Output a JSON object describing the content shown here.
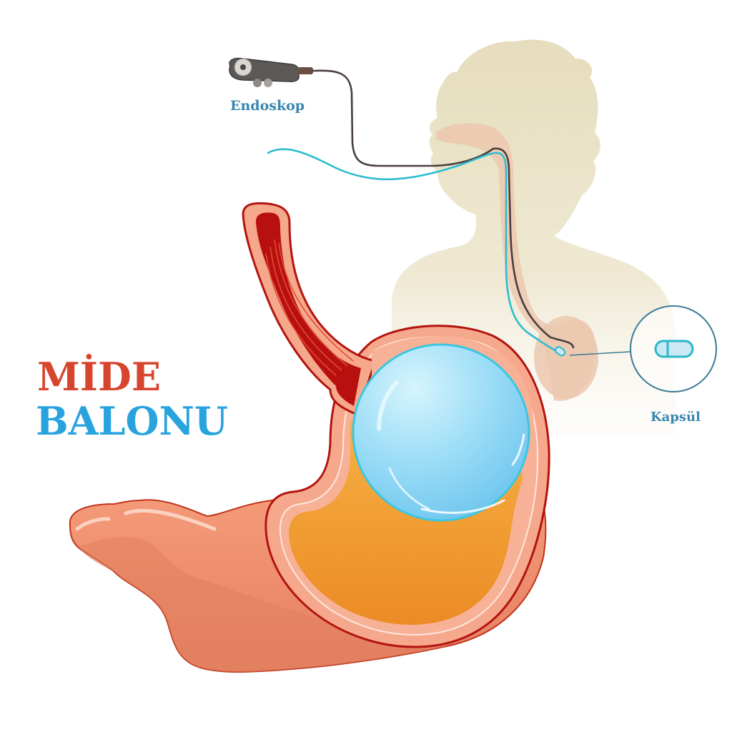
{
  "title": {
    "line1": "MİDE",
    "line2": "BALONU"
  },
  "labels": {
    "endoscope": "Endoskop",
    "capsule": "Kapsül"
  },
  "colors": {
    "title_line1": "#d8452f",
    "title_line2": "#29a3de",
    "label": "#3a86ad",
    "silhouette": "#e7dfc0",
    "esophagus_shade": "#ecc9b0",
    "stomach_outer": "#f49a77",
    "stomach_outline": "#b3140f",
    "stomach_wall": "#f7b197",
    "esophagus_lumen": "#b8100f",
    "gastric_content": "#f0a030",
    "balloon": "#8fd6f5",
    "balloon_rim": "#3cc7e0",
    "catheter_teal": "#2cbcd0",
    "endoscope_cable": "#4a3f3c",
    "endoscope_body": "#5a5755",
    "capsule_stroke": "#27b9c9",
    "capsule_fill": "#cde8f5",
    "callout_circle": "#3a7a96"
  },
  "icons": {
    "endoscope": "endoscope-icon",
    "capsule": "capsule-icon",
    "balloon": "gastric-balloon",
    "silhouette": "human-silhouette"
  }
}
